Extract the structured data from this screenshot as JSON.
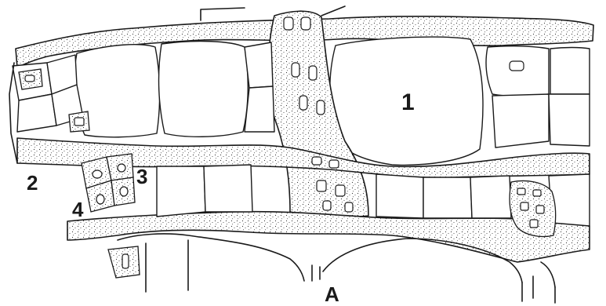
{
  "figure": {
    "labels": {
      "vessel": "1",
      "left_epidermis": "2",
      "fiber_bundle": "3",
      "lower_cell": "4",
      "panel": "A"
    },
    "colors": {
      "ink": "#1a1a1a",
      "paper": "#ffffff"
    }
  }
}
